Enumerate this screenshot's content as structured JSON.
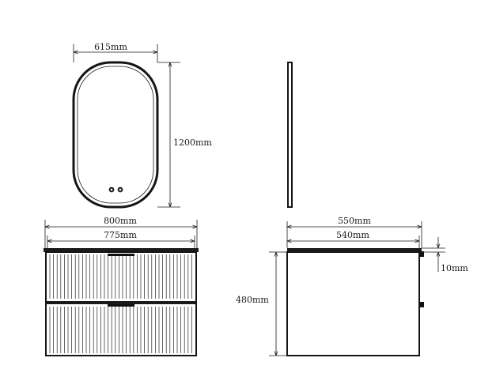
{
  "mirror_front": {
    "width_label": "615mm",
    "height_label": "1200mm"
  },
  "vanity_front": {
    "overall_width_label": "800mm",
    "cabinet_width_label": "775mm"
  },
  "vanity_side": {
    "overall_depth_label": "550mm",
    "cabinet_depth_label": "540mm",
    "height_label": "480mm",
    "top_thickness_label": "10mm"
  }
}
